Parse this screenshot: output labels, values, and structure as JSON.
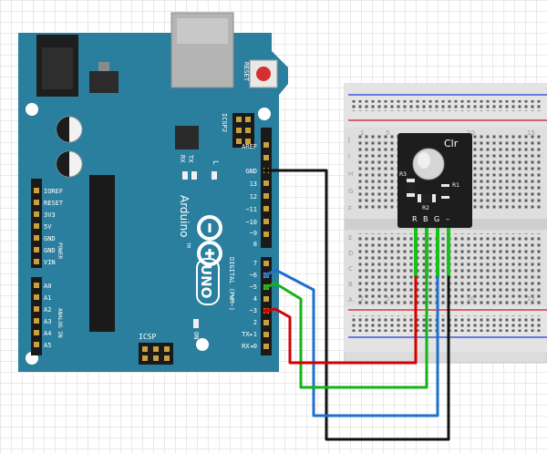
{
  "board": {
    "brand_text": "Arduino",
    "tm_text": "TM",
    "model_text": "UNO",
    "reset_label": "RESET",
    "icsp2_label": "ICSP2",
    "icsp_label": "ICSP",
    "tx_label": "TX",
    "rx_label": "RX",
    "l_label": "L",
    "on_label": "ON",
    "digital_label": "DIGITAL (PWM~)",
    "power_label": "POWER",
    "analog_label": "ANALOG IN",
    "header_top_labels": [
      "AREF",
      "GND",
      "13",
      "12",
      "~11",
      "~10",
      "~9",
      "8"
    ],
    "header_bottom_labels": [
      "7",
      "~6",
      "~5",
      "4",
      "~3",
      "2",
      "TX▸1",
      "RX◂0"
    ],
    "power_labels": [
      "IOREF",
      "RESET",
      "3V3",
      "5V",
      "GND",
      "GND",
      "VIN"
    ],
    "analog_labels": [
      "A0",
      "A1",
      "A2",
      "A3",
      "A4",
      "A5"
    ]
  },
  "breadboard": {
    "row_letters_top": [
      "J",
      "I",
      "H",
      "G",
      "F"
    ],
    "row_letters_bottom": [
      "E",
      "D",
      "C",
      "B",
      "A"
    ],
    "column_numbers": [
      "1",
      "5",
      "10",
      "15"
    ]
  },
  "module": {
    "led_label": "Clr",
    "r3_label": "R3",
    "r1_label": "R1",
    "r2_label": "R2",
    "pin_labels": [
      "R",
      "B",
      "G",
      "–"
    ]
  },
  "colors": {
    "board": "#2b7f9e",
    "module": "#1d1d1d",
    "red_wire": "#d40000",
    "green_wire": "#17b215",
    "blue_wire": "#1f6fd0",
    "black_wire": "#111111"
  }
}
